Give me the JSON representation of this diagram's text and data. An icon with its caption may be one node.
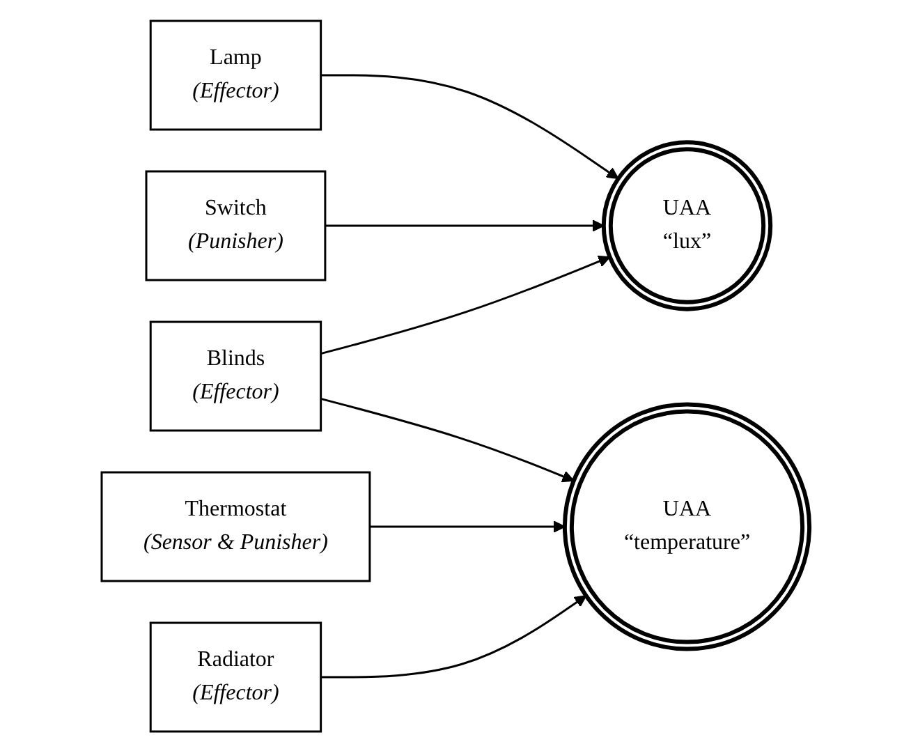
{
  "diagram": {
    "nodes": [
      {
        "text": [
          "Lamp",
          "(Effector)"
        ]
      },
      {
        "text": [
          "Switch",
          "(Punisher)"
        ]
      },
      {
        "text": [
          "Blinds",
          "(Effector)"
        ]
      },
      {
        "text": [
          "Thermostat",
          "(Sensor & Punisher)"
        ]
      },
      {
        "text": [
          "Radiator",
          "(Effector)"
        ]
      },
      {
        "text": [
          "UAA",
          "“lux”"
        ]
      },
      {
        "text": [
          "UAA",
          "“temperature”"
        ]
      }
    ],
    "edges": [
      {
        "from": 0,
        "to": 5,
        "arrow": "to"
      },
      {
        "from": 1,
        "to": 5,
        "arrow": "to"
      },
      {
        "from": 2,
        "to": 5,
        "arrow": "to"
      },
      {
        "from": 2,
        "to": 6,
        "arrow": "to"
      },
      {
        "from": 3,
        "to": 6,
        "arrow": "to"
      },
      {
        "from": 4,
        "to": 6,
        "arrow": "to"
      }
    ]
  }
}
